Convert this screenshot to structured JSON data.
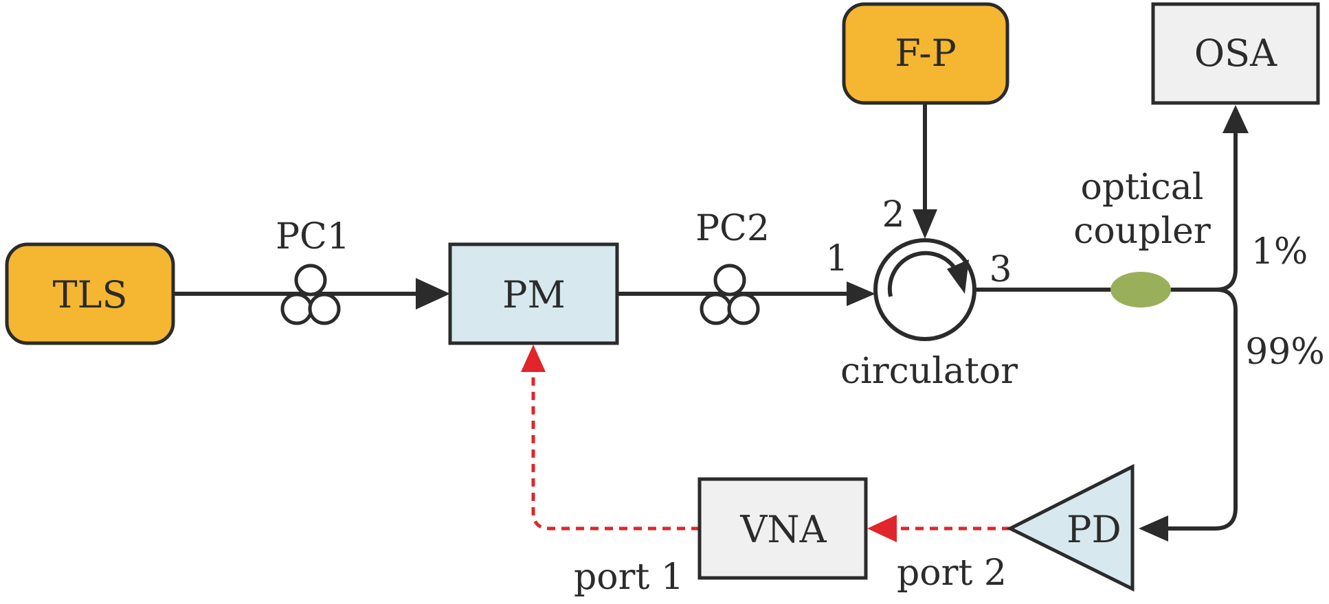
{
  "colors": {
    "line": "#2b2b2b",
    "source_fill": "#f5b731",
    "modulator_fill": "#d7e9ee",
    "instrument_fill": "#f0f0f0",
    "coupler_fill": "#9aaf5a",
    "rf_link": "#e0262b"
  },
  "components": {
    "tls": "TLS",
    "pc1": "PC1",
    "pm": "PM",
    "pc2": "PC2",
    "fp": "F-P",
    "osa": "OSA",
    "vna": "VNA",
    "pd": "PD"
  },
  "circulator": {
    "label": "circulator",
    "port_1": "1",
    "port_2": "2",
    "port_3": "3"
  },
  "coupler": {
    "label_line1": "optical",
    "label_line2": "coupler",
    "ratio_osa": "1%",
    "ratio_pd": "99%"
  },
  "vna_ports": {
    "port_1": "port 1",
    "port_2": "port 2"
  }
}
